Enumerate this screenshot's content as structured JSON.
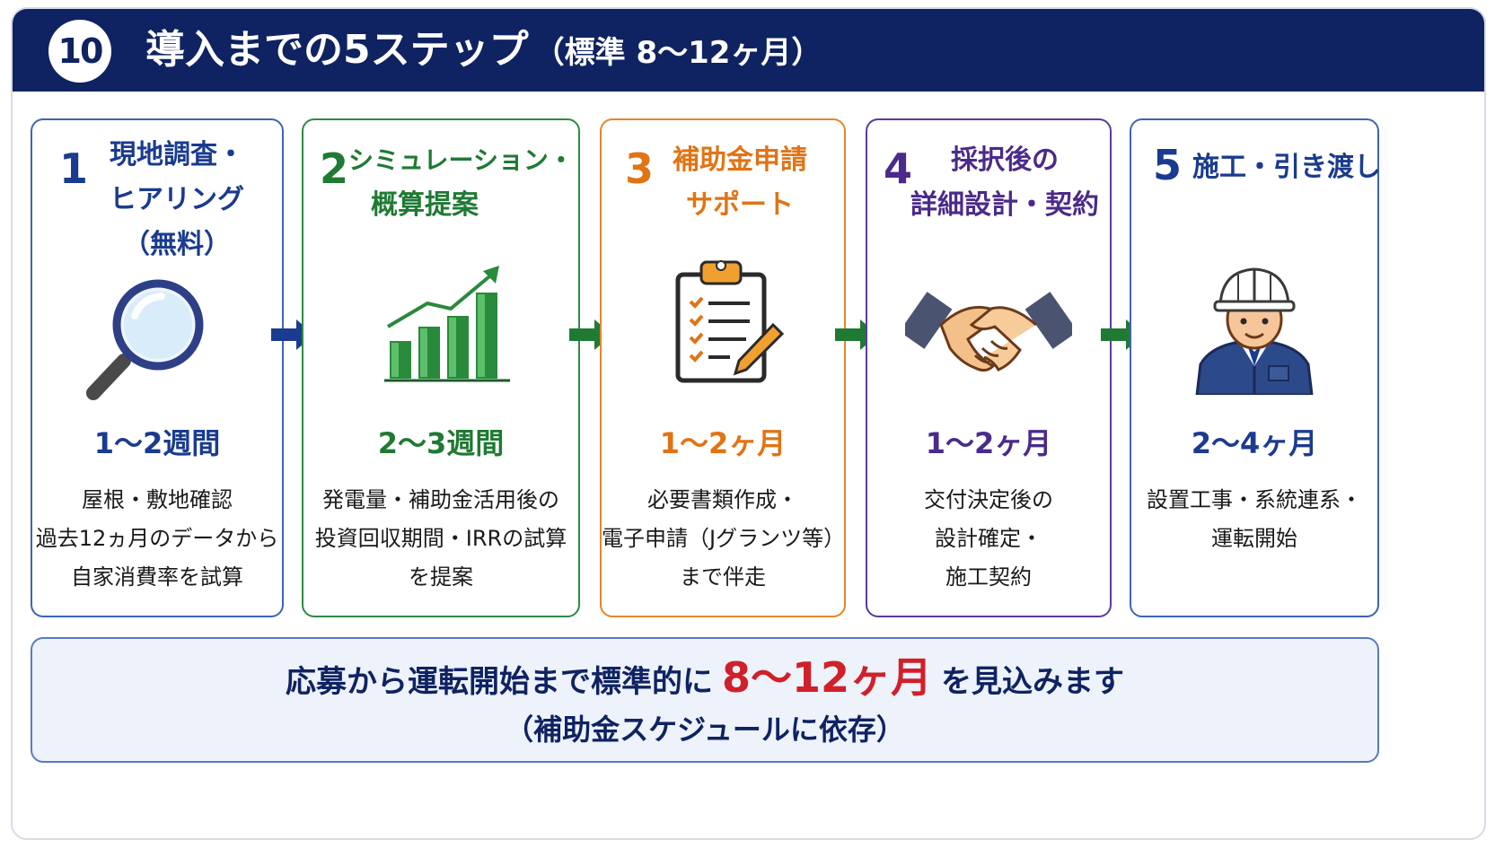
{
  "header": {
    "number": "⑩",
    "title": "導入までの5ステップ",
    "subtitle": "（標準 8〜12ヶ月）",
    "bg_color": "#0f2362"
  },
  "steps": [
    {
      "number": "1",
      "title_lines": [
        "現地調査・",
        "ヒアリング",
        "（無料）"
      ],
      "icon": "magnifier-icon",
      "duration": "1〜2週間",
      "desc_lines": [
        "屋根・敷地確認",
        "過去12ヵ月のデータから",
        "自家消費率を試算"
      ],
      "color": "#1a3b8f"
    },
    {
      "number": "2",
      "title_lines": [
        "シミュレーション・",
        "概算提案"
      ],
      "icon": "growth-chart-icon",
      "duration": "2〜3週間",
      "desc_lines": [
        "発電量・補助金活用後の",
        "投資回収期間・IRRの試算",
        "を提案"
      ],
      "color": "#1f7a33"
    },
    {
      "number": "3",
      "title_lines": [
        "補助金申請",
        "サポート"
      ],
      "icon": "clipboard-icon",
      "duration": "1〜2ヶ月",
      "desc_lines": [
        "必要書類作成・",
        "電子申請（Jグランツ等）",
        "まで伴走"
      ],
      "color": "#e07415"
    },
    {
      "number": "4",
      "title_lines": [
        "採択後の",
        "詳細設計・契約"
      ],
      "icon": "handshake-icon",
      "duration": "1〜2ヶ月",
      "desc_lines": [
        "交付決定後の",
        "設計確定・",
        "施工契約"
      ],
      "color": "#4b2a8a"
    },
    {
      "number": "5",
      "title_lines": [
        "施工・引き渡し"
      ],
      "icon": "worker-icon",
      "duration": "2〜4ヶ月",
      "desc_lines": [
        "設置工事・系統連系・",
        "運転開始"
      ],
      "color": "#1a3b8f"
    }
  ],
  "summary": {
    "pre": "応募から運転開始まで標準的に",
    "highlight": "8〜12ヶ月",
    "post": "を見込みます",
    "line2": "（補助金スケジュールに依存）",
    "highlight_color": "#d0202a"
  }
}
